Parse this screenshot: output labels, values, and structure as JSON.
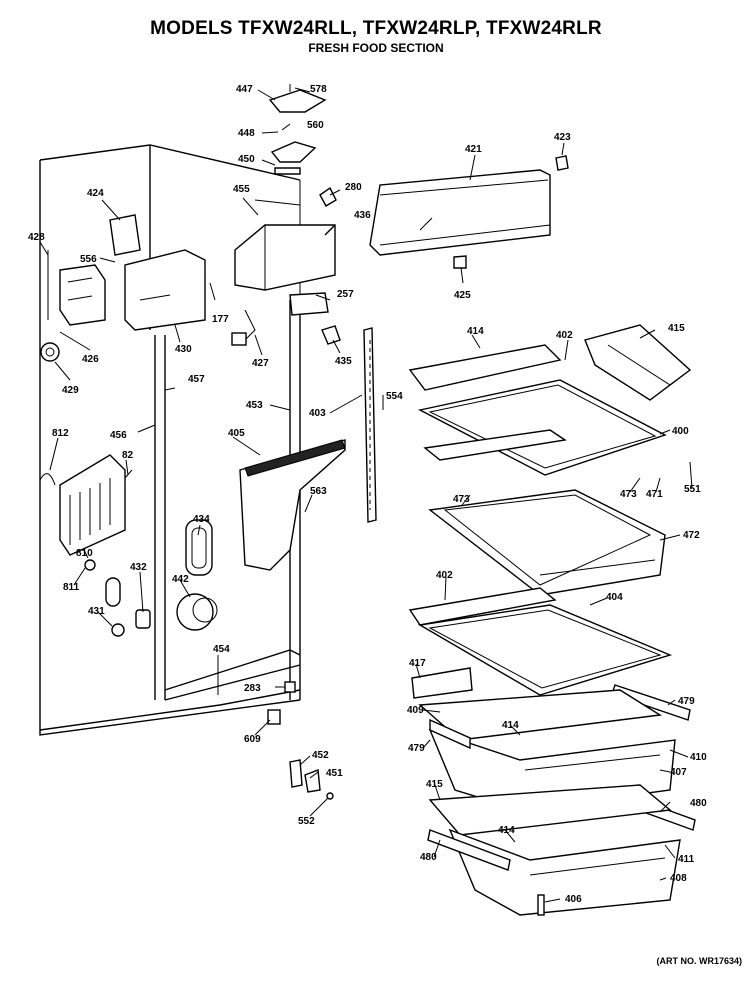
{
  "header": {
    "title": "MODELS TFXW24RLL, TFXW24RLP, TFXW24RLR",
    "subtitle": "FRESH FOOD SECTION"
  },
  "footer": {
    "art_number": "(ART NO. WR17634)"
  },
  "part_labels": {
    "p447": "447",
    "p578": "578",
    "p448": "448",
    "p560": "560",
    "p450": "450",
    "p424": "424",
    "p455": "455",
    "p280": "280",
    "p436": "436",
    "p421": "421",
    "p423": "423",
    "p425": "425",
    "p428": "428",
    "p556": "556",
    "p426": "426",
    "p430": "430",
    "p177": "177",
    "p427": "427",
    "p257": "257",
    "p435": "435",
    "p429": "429",
    "p457": "457",
    "p453": "453",
    "p403": "403",
    "p554": "554",
    "p456": "456",
    "p812": "812",
    "p82": "82",
    "p405": "405",
    "p563": "563",
    "p810": "810",
    "p811": "811",
    "p434": "434",
    "p432": "432",
    "p442": "442",
    "p431": "431",
    "p454": "454",
    "p283": "283",
    "p609": "609",
    "p452": "452",
    "p451": "451",
    "p552": "552",
    "p414a": "414",
    "p402a": "402",
    "p415a": "415",
    "p400": "400",
    "p551": "551",
    "p473a": "473",
    "p473b": "473",
    "p471": "471",
    "p472": "472",
    "p402b": "402",
    "p404": "404",
    "p417": "417",
    "p479a": "479",
    "p409": "409",
    "p414b": "414",
    "p479b": "479",
    "p410": "410",
    "p407": "407",
    "p415b": "415",
    "p480a": "480",
    "p414c": "414",
    "p480b": "480",
    "p411": "411",
    "p408": "408",
    "p406": "406"
  }
}
